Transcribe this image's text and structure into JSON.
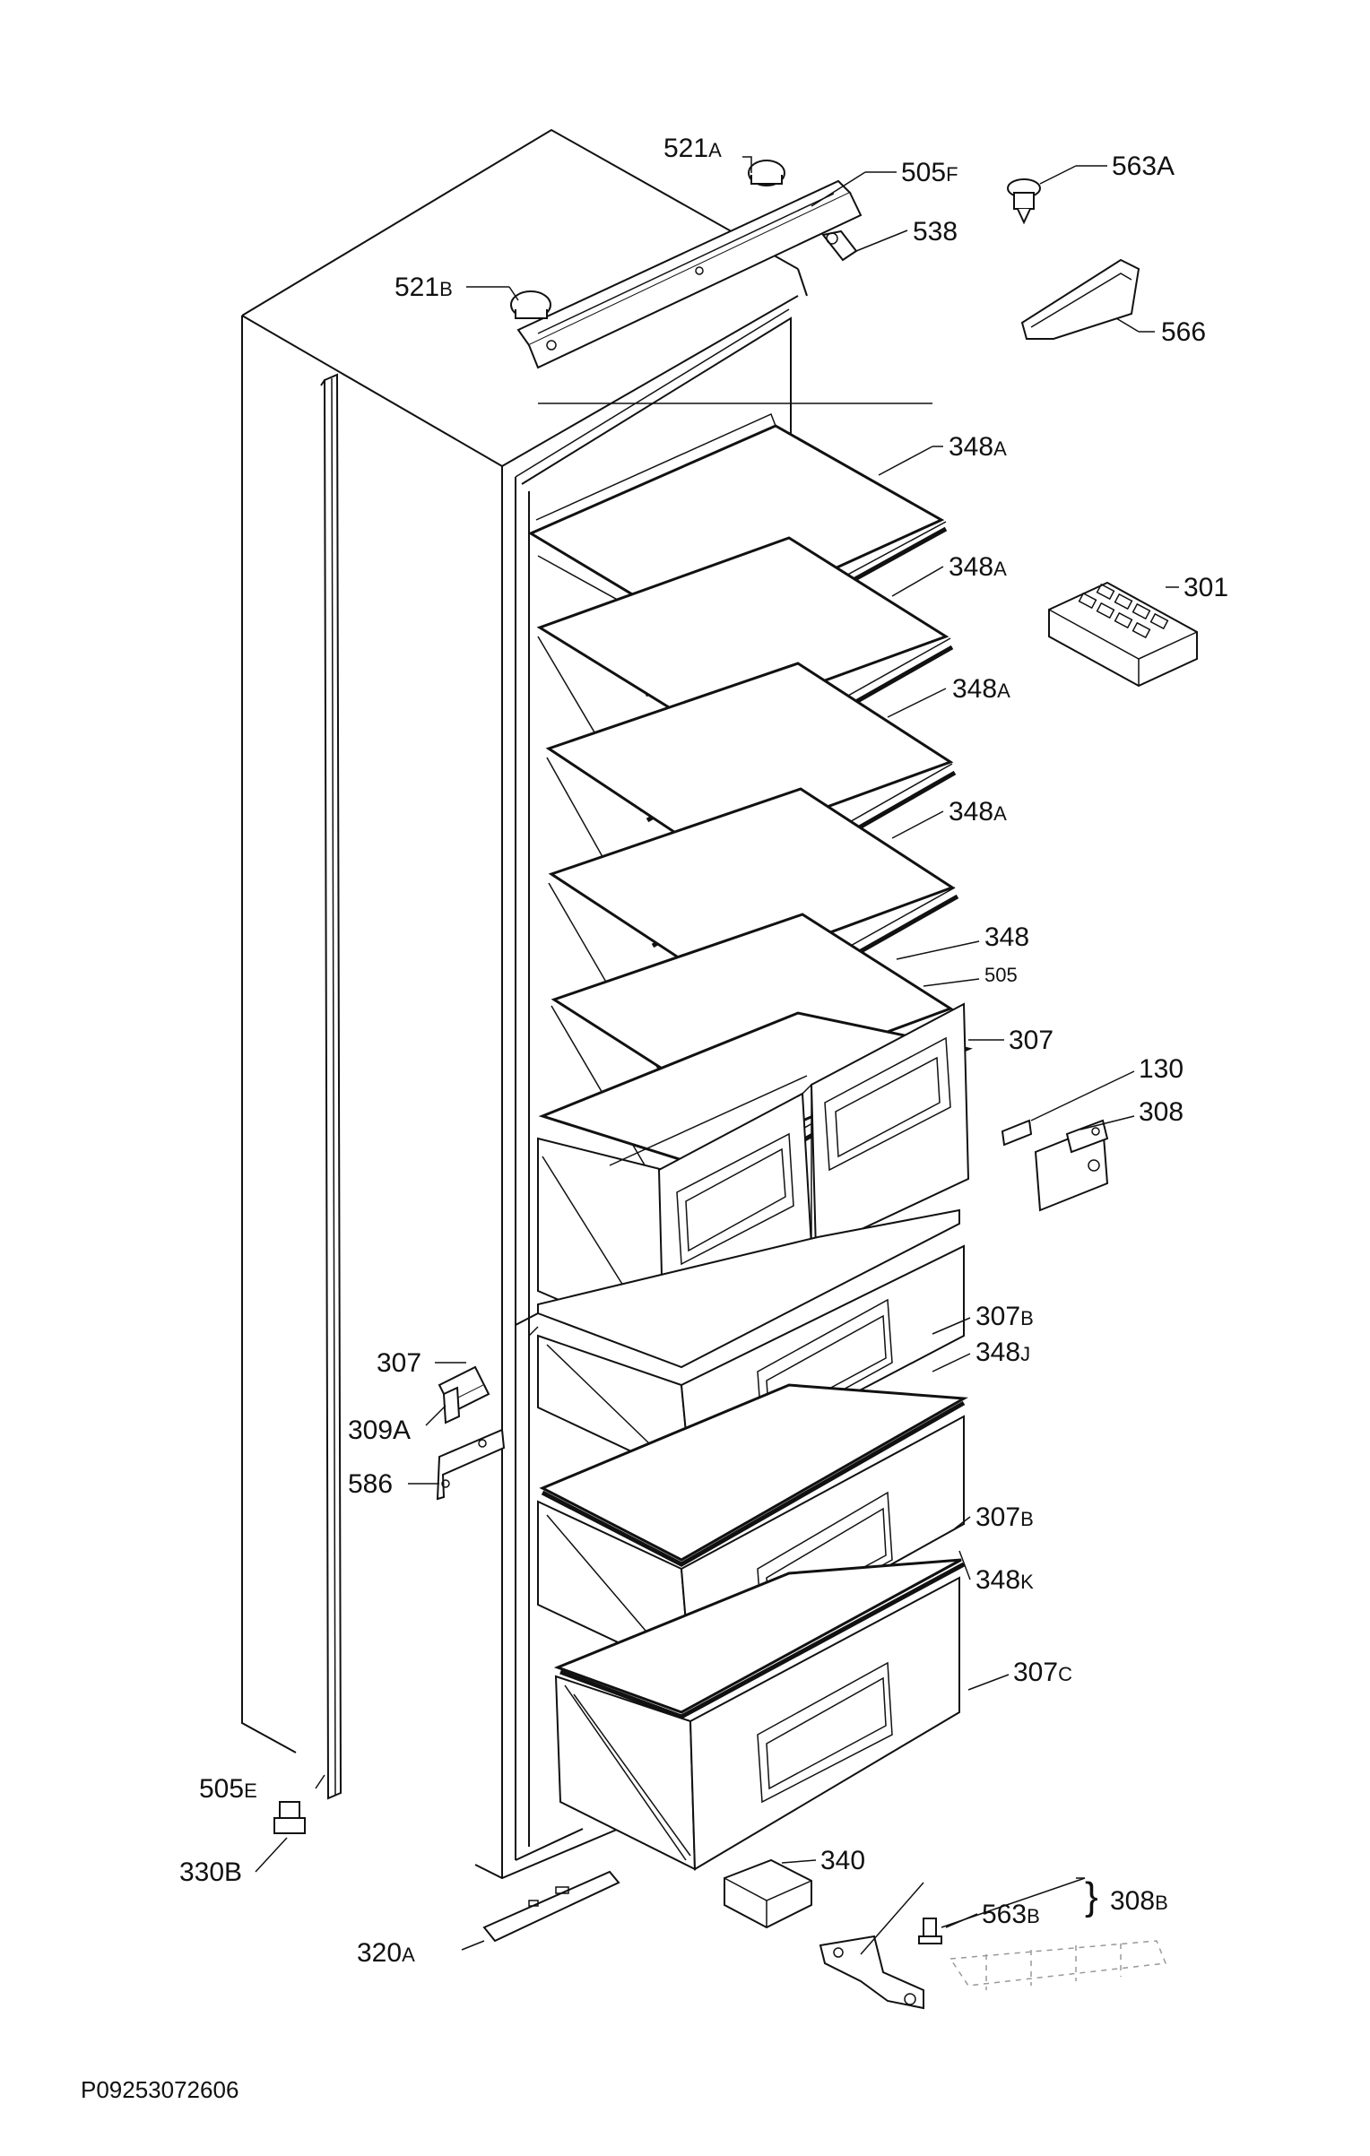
{
  "labels": {
    "521A": {
      "main": "521",
      "suf": "A"
    },
    "505F": {
      "main": "505",
      "suf": "F"
    },
    "563A": {
      "main": "563A",
      "suf": ""
    },
    "538": {
      "main": "538",
      "suf": ""
    },
    "521B": {
      "main": "521",
      "suf": "B"
    },
    "566": {
      "main": "566",
      "suf": ""
    },
    "348A_1": {
      "main": "348",
      "suf": "A"
    },
    "348A_2": {
      "main": "348",
      "suf": "A"
    },
    "348A_3": {
      "main": "348",
      "suf": "A"
    },
    "348A_4": {
      "main": "348",
      "suf": "A"
    },
    "301": {
      "main": "301",
      "suf": ""
    },
    "348": {
      "main": "348",
      "suf": ""
    },
    "505": {
      "main": "505",
      "suf": ""
    },
    "307_top": {
      "main": "307",
      "suf": ""
    },
    "130": {
      "main": "130",
      "suf": ""
    },
    "308": {
      "main": "308",
      "suf": ""
    },
    "307_left": {
      "main": "307",
      "suf": ""
    },
    "307B_1": {
      "main": "307",
      "suf": "B"
    },
    "348J": {
      "main": "348",
      "suf": "J"
    },
    "309A": {
      "main": "309A",
      "suf": ""
    },
    "586": {
      "main": "586",
      "suf": ""
    },
    "307B_2": {
      "main": "307",
      "suf": "B"
    },
    "348K": {
      "main": "348",
      "suf": "K"
    },
    "307C": {
      "main": "307",
      "suf": "C"
    },
    "505E": {
      "main": "505",
      "suf": "E"
    },
    "330B": {
      "main": "330B",
      "suf": ""
    },
    "340": {
      "main": "340",
      "suf": ""
    },
    "308B": {
      "main": "308",
      "suf": "B"
    },
    "563B": {
      "main": "563",
      "suf": "B"
    },
    "320A": {
      "main": "320",
      "suf": "A"
    }
  },
  "drawing_code": "P09253072606"
}
